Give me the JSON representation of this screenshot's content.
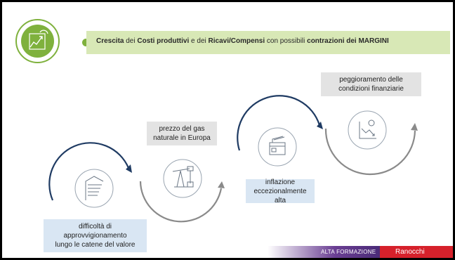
{
  "header": {
    "parts": [
      {
        "text": "Crescita",
        "bold": true
      },
      {
        "text": " dei ",
        "bold": false
      },
      {
        "text": "Costi produttivi",
        "bold": true
      },
      {
        "text": " e dei ",
        "bold": false
      },
      {
        "text": "Ricavi/Compensi",
        "bold": true
      },
      {
        "text": " con possibili ",
        "bold": false
      },
      {
        "text": "contrazioni dei MARGINI",
        "bold": true
      }
    ]
  },
  "steps": [
    {
      "id": "supply",
      "lines": [
        "difficoltà di",
        "approvvigionamento",
        "lungo le catene del valore"
      ],
      "icon": "warehouse-icon"
    },
    {
      "id": "gas",
      "lines": [
        "prezzo del gas",
        "naturale in Europa"
      ],
      "icon": "oil-pump-icon"
    },
    {
      "id": "inflation",
      "lines": [
        "inflazione",
        "eccezionalmente alta"
      ],
      "icon": "cash-register-icon"
    },
    {
      "id": "finance",
      "lines": [
        "peggioramento delle",
        "condizioni finanziarie"
      ],
      "icon": "declining-chart-icon"
    }
  ],
  "footer": {
    "left": "ALTA FORMAZIONE",
    "right": "Ranocchi"
  },
  "colors": {
    "accent_green": "#7fb13d",
    "header_bg": "#d8e8b6",
    "arc_navy": "#1f3b63",
    "arc_grey": "#8a8a8a",
    "box_grey": "#e3e3e3",
    "box_blue": "#d9e6f3",
    "footer_purple": "#4b2b78",
    "footer_red": "#d6212b"
  }
}
